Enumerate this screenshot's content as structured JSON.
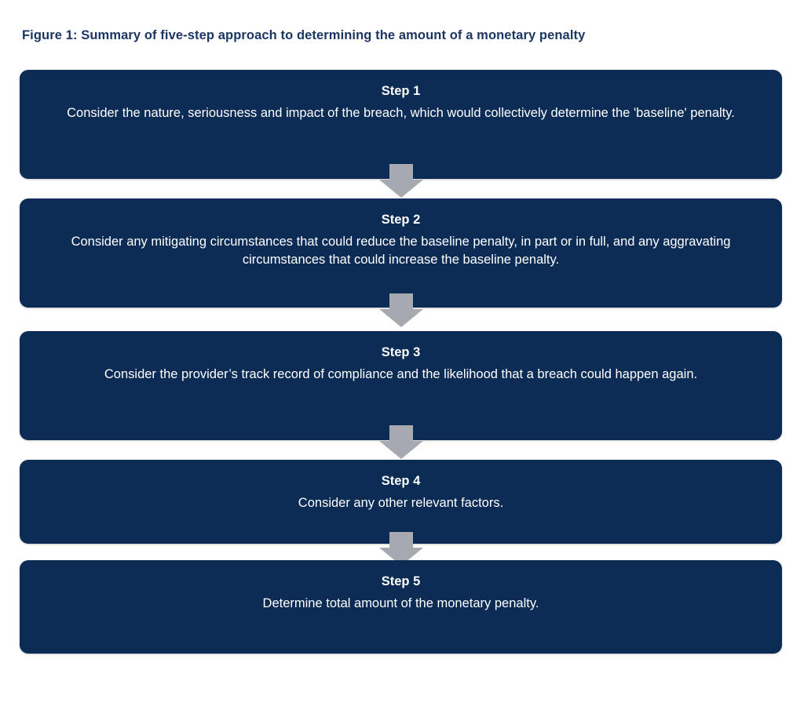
{
  "figure": {
    "title": "Figure 1: Summary of five-step approach to determining the amount of a monetary penalty",
    "colors": {
      "box_navy": "#0c2c55",
      "arrow_grey": "#a6a9b0",
      "title_navy": "#1b3663",
      "text_white": "#ffffff",
      "page_background": "#ffffff"
    }
  },
  "steps": [
    {
      "label": "Step 1",
      "description": "Consider the nature, seriousness and impact of the breach, which would collectively determine the 'baseline' penalty."
    },
    {
      "label": "Step 2",
      "description": "Consider any mitigating circumstances that could reduce the baseline penalty, in part or in full, and any aggravating circumstances that could increase the baseline penalty."
    },
    {
      "label": "Step 3",
      "description": "Consider the provider’s track record of compliance and the likelihood that a breach could happen again."
    },
    {
      "label": "Step 4",
      "description": "Consider any other relevant factors."
    },
    {
      "label": "Step 5",
      "description": "Determine total amount of the monetary penalty."
    }
  ],
  "connectors": [
    {
      "name": "arrow-step1-to-step2"
    },
    {
      "name": "arrow-step2-to-step3"
    },
    {
      "name": "arrow-step3-to-step4"
    },
    {
      "name": "arrow-step4-to-step5"
    }
  ]
}
